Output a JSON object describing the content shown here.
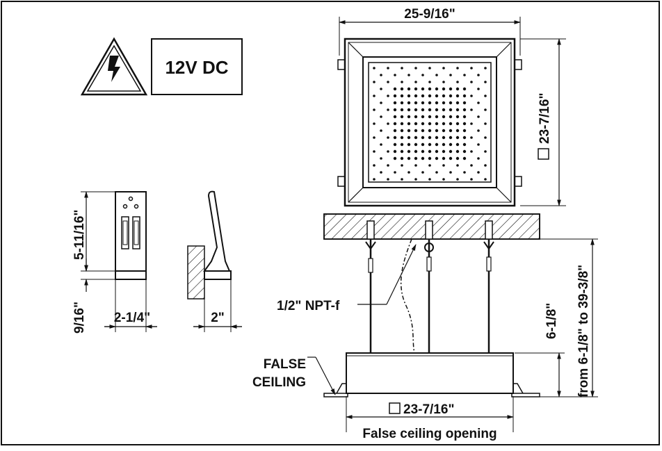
{
  "warning_box": {
    "voltage": "12V DC"
  },
  "shower_head": {
    "width_label": "25-9/16\"",
    "height_label": "23-7/16\""
  },
  "side_view": {
    "height_label": "5-11/16\"",
    "bottom_label": "9/16\"",
    "width_label": "2-1/4\"",
    "depth_label": "2\""
  },
  "installation": {
    "pipe_label": "1/2\" NPT-f",
    "false_ceiling_label_line1": "FALSE",
    "false_ceiling_label_line2": "CEILING",
    "opening_label": "23-7/16\"",
    "opening_caption": "False ceiling opening",
    "drop_label": "6-1/8\"",
    "range_label": "from 6-1/8\" to 39-3/8\""
  },
  "colors": {
    "line": "#111111",
    "background": "#ffffff"
  },
  "icons": [
    "warning-triangle-icon",
    "lightning-bolt-icon",
    "square-symbol-icon"
  ]
}
